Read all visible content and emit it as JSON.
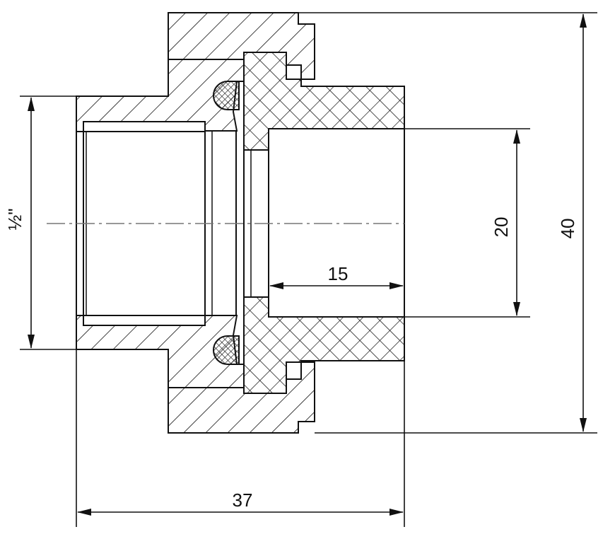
{
  "drawing": {
    "dimensions": {
      "overall_length": "37",
      "overall_diameter": "40",
      "pipe_diameter": "20",
      "socket_depth": "15",
      "thread_size": "½\""
    }
  }
}
